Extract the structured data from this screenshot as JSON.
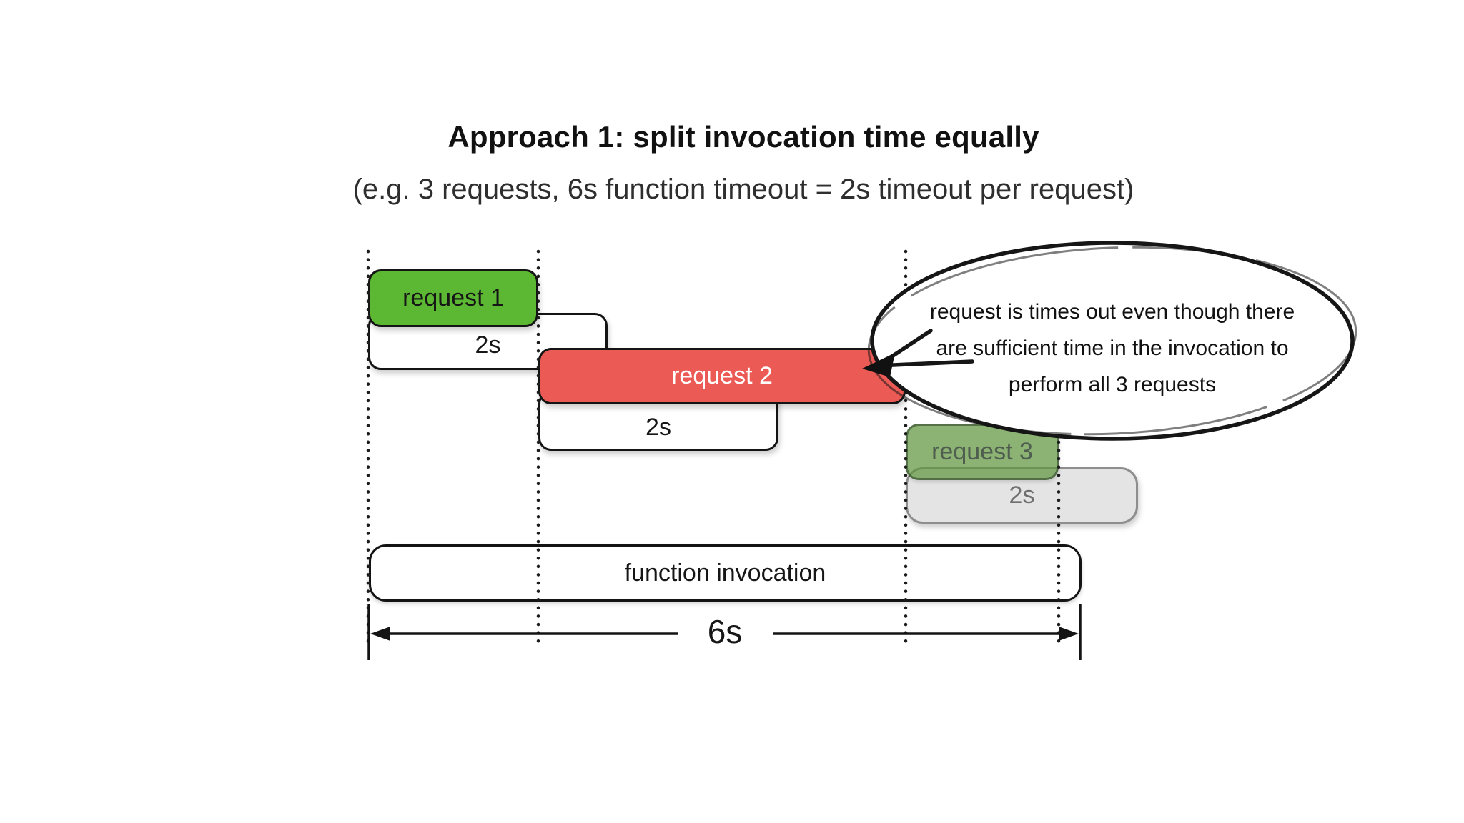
{
  "slide": {
    "title": "Approach 1: split invocation time equally",
    "subtitle": "(e.g. 3 requests, 6s function timeout = 2s timeout per request)"
  },
  "timeline": {
    "requests": [
      {
        "label": "request 1",
        "timeout_label": "2s",
        "color": "#5cb832"
      },
      {
        "label": "request 2",
        "timeout_label": "2s",
        "color": "#eb5a54"
      },
      {
        "label": "request 3",
        "timeout_label": "2s",
        "color": "#8fbb71"
      }
    ],
    "invocation_label": "function invocation",
    "total_duration_label": "6s"
  },
  "callout": {
    "lines": [
      "request is times out even though there",
      "are sufficient time in the invocation to",
      "perform all 3 requests"
    ]
  },
  "colors": {
    "request_completed_green": "#5cb832",
    "request_timed_out_red": "#eb5a54",
    "request_not_run_green_faded": "#8fbb71",
    "timeout_window_white": "#ffffff",
    "timeout_window_gray": "#e4e4e4",
    "outline_black": "#141414",
    "background": "#ffffff"
  }
}
